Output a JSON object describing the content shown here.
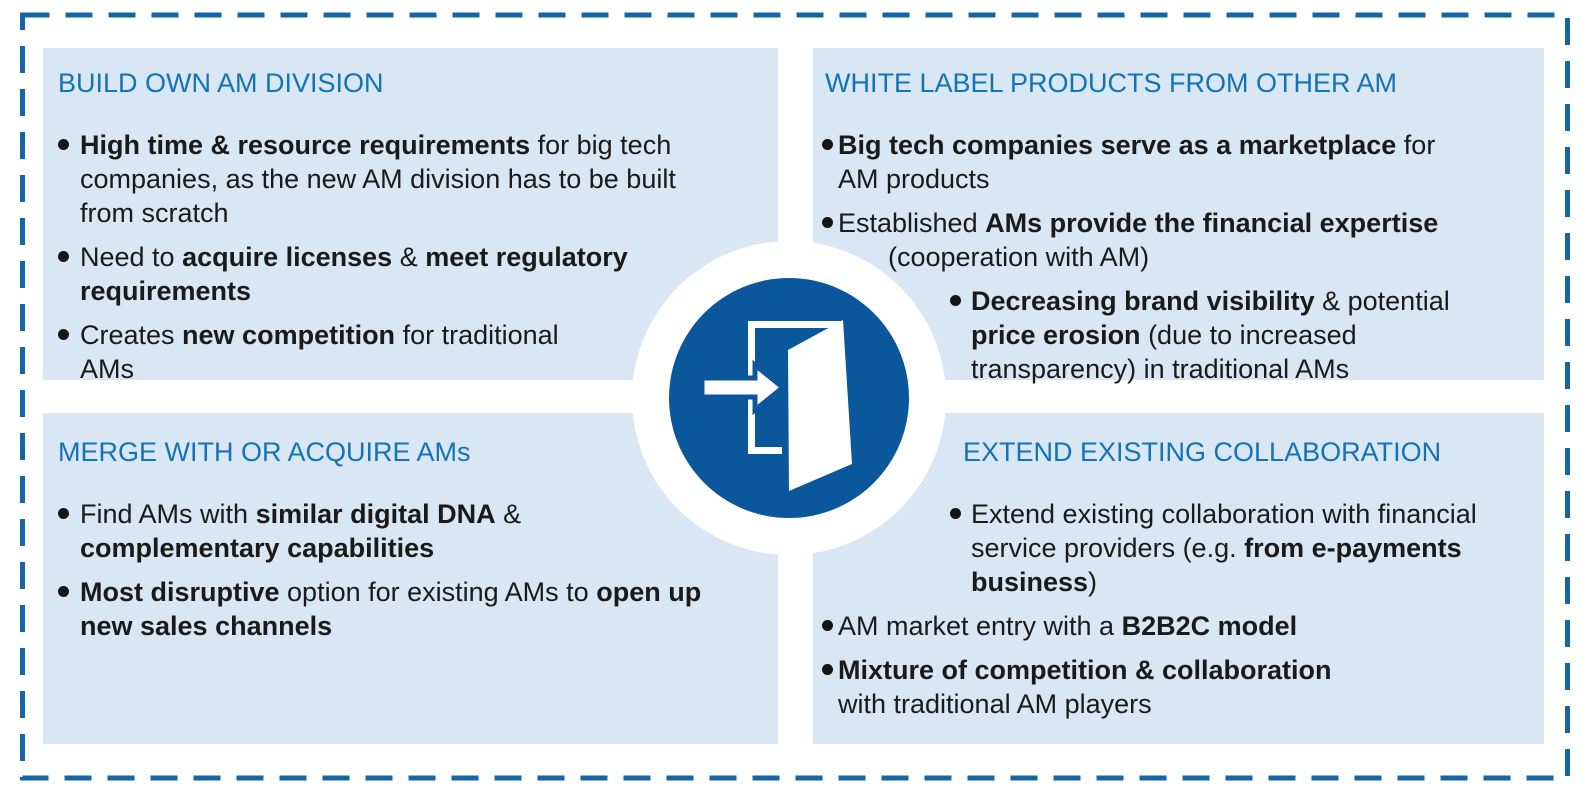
{
  "colors": {
    "panel_bg": "#d9e6f4",
    "heading_blue": "#1373b7",
    "body_text": "#1a1a1a",
    "icon_blue": "#0b579c",
    "dashed_border_blue": "#1565a7"
  },
  "center": {
    "icon": "door-entry-icon"
  },
  "quadrants": [
    {
      "key": "build-own-am-division",
      "title": "BUILD OWN AM DIVISION",
      "items": [
        {
          "level": 1,
          "lines": [
            {
              "indent": 0,
              "segs": [
                {
                  "t": "High time & resource requirements",
                  "b": true
                },
                {
                  "t": " for big tech",
                  "b": false
                }
              ]
            },
            {
              "indent": 0,
              "segs": [
                {
                  "t": "companies, as the new AM division has to be built",
                  "b": false
                }
              ]
            },
            {
              "indent": 0,
              "segs": [
                {
                  "t": "from scratch",
                  "b": false
                }
              ]
            }
          ]
        },
        {
          "level": 1,
          "lines": [
            {
              "indent": 0,
              "segs": [
                {
                  "t": "Need to ",
                  "b": false
                },
                {
                  "t": "acquire licenses",
                  "b": true
                },
                {
                  "t": " & ",
                  "b": false
                },
                {
                  "t": "meet regulatory",
                  "b": true
                }
              ]
            },
            {
              "indent": 0,
              "segs": [
                {
                  "t": "requirements",
                  "b": true
                }
              ]
            }
          ]
        },
        {
          "level": 1,
          "lines": [
            {
              "indent": 0,
              "segs": [
                {
                  "t": "Creates ",
                  "b": false
                },
                {
                  "t": "new competition",
                  "b": true
                },
                {
                  "t": " for traditional",
                  "b": false
                }
              ]
            },
            {
              "indent": 0,
              "segs": [
                {
                  "t": "AMs",
                  "b": false
                }
              ]
            }
          ]
        }
      ]
    },
    {
      "key": "white-label-products-from-other-am",
      "title": "WHITE LABEL PRODUCTS FROM OTHER AM",
      "items": [
        {
          "level": 1,
          "lines": [
            {
              "indent": 0,
              "segs": [
                {
                  "t": "Big tech companies serve as a marketplace",
                  "b": true
                },
                {
                  "t": " for",
                  "b": false
                }
              ]
            },
            {
              "indent": 0,
              "segs": [
                {
                  "t": "AM products",
                  "b": false
                }
              ]
            }
          ]
        },
        {
          "level": 1,
          "lines": [
            {
              "indent": 0,
              "segs": [
                {
                  "t": "Established ",
                  "b": false
                },
                {
                  "t": "AMs provide the financial expertise",
                  "b": true
                }
              ]
            },
            {
              "indent": 50,
              "segs": [
                {
                  "t": "(cooperation with AM)",
                  "b": false
                }
              ]
            }
          ]
        },
        {
          "level": 2,
          "lines": [
            {
              "indent": 0,
              "segs": [
                {
                  "t": "Decreasing brand visibility",
                  "b": true
                },
                {
                  "t": " & potential",
                  "b": false
                }
              ]
            },
            {
              "indent": 0,
              "segs": [
                {
                  "t": "price erosion",
                  "b": true
                },
                {
                  "t": " (due to increased",
                  "b": false
                }
              ]
            },
            {
              "indent": 0,
              "segs": [
                {
                  "t": "transparency) in traditional AMs",
                  "b": false
                }
              ]
            }
          ]
        }
      ]
    },
    {
      "key": "merge-with-or-acquire-ams",
      "title": "MERGE WITH OR ACQUIRE AMs",
      "items": [
        {
          "level": 1,
          "lines": [
            {
              "indent": 0,
              "segs": [
                {
                  "t": "Find AMs with ",
                  "b": false
                },
                {
                  "t": "similar digital DNA",
                  "b": true
                },
                {
                  "t": " &",
                  "b": false
                }
              ]
            },
            {
              "indent": 0,
              "segs": [
                {
                  "t": "complementary capabilities",
                  "b": true
                }
              ]
            }
          ]
        },
        {
          "level": 1,
          "lines": [
            {
              "indent": 0,
              "segs": [
                {
                  "t": "Most disruptive",
                  "b": true
                },
                {
                  "t": " option for existing AMs to ",
                  "b": false
                },
                {
                  "t": "open up",
                  "b": true
                }
              ]
            },
            {
              "indent": 0,
              "segs": [
                {
                  "t": "new sales channels",
                  "b": true
                }
              ]
            }
          ]
        }
      ]
    },
    {
      "key": "extend-existing-collaboration",
      "title": "EXTEND EXISTING COLLABORATION",
      "items": [
        {
          "level": 2,
          "lines": [
            {
              "indent": 0,
              "segs": [
                {
                  "t": "Extend existing collaboration with financial",
                  "b": false
                }
              ]
            },
            {
              "indent": 0,
              "segs": [
                {
                  "t": "service providers (e.g. ",
                  "b": false
                },
                {
                  "t": "from e-payments",
                  "b": true
                }
              ]
            },
            {
              "indent": 0,
              "segs": [
                {
                  "t": "business",
                  "b": true
                },
                {
                  "t": ")",
                  "b": false
                }
              ]
            }
          ]
        },
        {
          "level": 1,
          "lines": [
            {
              "indent": 0,
              "segs": [
                {
                  "t": "AM market entry with a ",
                  "b": false
                },
                {
                  "t": "B2B2C model",
                  "b": true
                }
              ]
            }
          ]
        },
        {
          "level": 1,
          "lines": [
            {
              "indent": 0,
              "segs": [
                {
                  "t": "Mixture of competition & collaboration",
                  "b": true
                }
              ]
            },
            {
              "indent": 0,
              "segs": [
                {
                  "t": "with traditional AM players",
                  "b": false
                }
              ]
            }
          ]
        }
      ]
    }
  ]
}
